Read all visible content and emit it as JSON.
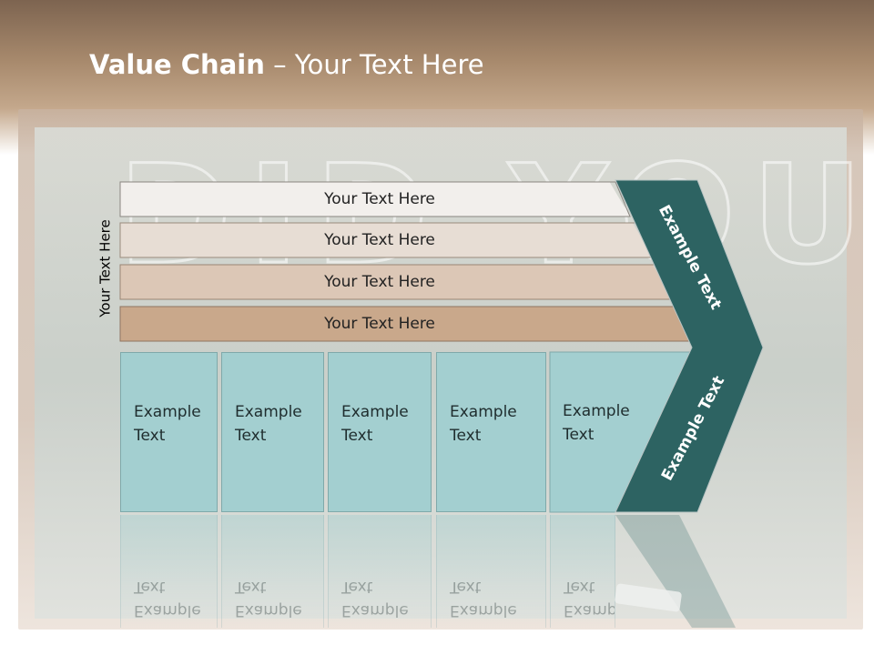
{
  "title": {
    "bold": "Value Chain",
    "rest": " – Your Text Here"
  },
  "side_label": "Your Text Here",
  "bands": [
    "Your Text Here",
    "Your Text Here",
    "Your Text Here",
    "Your Text Here"
  ],
  "columns": [
    {
      "line1": "Example",
      "line2": "Text"
    },
    {
      "line1": "Example",
      "line2": "Text"
    },
    {
      "line1": "Example",
      "line2": "Text"
    },
    {
      "line1": "Example",
      "line2": "Text"
    },
    {
      "line1": "Example",
      "line2": "Text"
    }
  ],
  "chevron": {
    "upper": "Example Text",
    "lower": "Example Text"
  },
  "colors": {
    "chevron": "#2d6362",
    "column": "#a3cfd0",
    "band1": "#f2efec",
    "band2": "#e7ddd4",
    "band3": "#dcc7b6",
    "band4": "#c9a88b"
  }
}
